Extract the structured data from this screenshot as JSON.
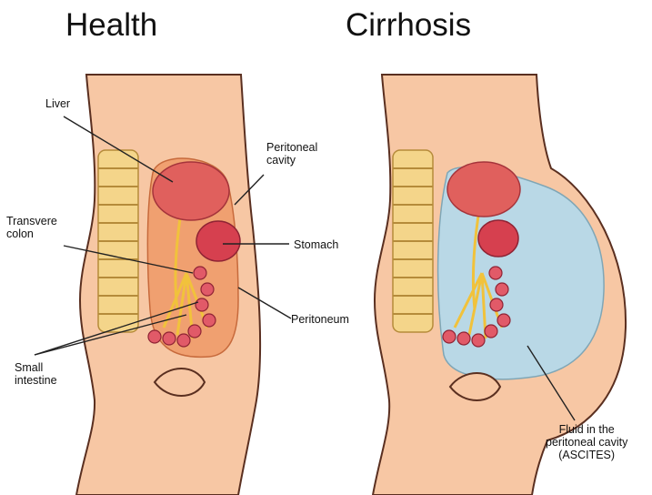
{
  "titles": {
    "left": "Health",
    "right": "Cirrhosis"
  },
  "labels": {
    "liver": "Liver",
    "peritoneal_cavity": "Peritoneal\ncavity",
    "transverse_colon": "Transvere\ncolon",
    "stomach": "Stomach",
    "peritoneum": "Peritoneum",
    "small_intestine": "Small\nintestine",
    "fluid": "Fluid in the\nperitoneal cavity\n(ASCITES)"
  },
  "colors": {
    "skin": "#f7c7a4",
    "skin_outline": "#5a2f20",
    "liver": "#e0605d",
    "stomach": "#d6404f",
    "cavity": "#f0a070",
    "spine": "#f4d58a",
    "fluid": "#b9d8e6"
  }
}
